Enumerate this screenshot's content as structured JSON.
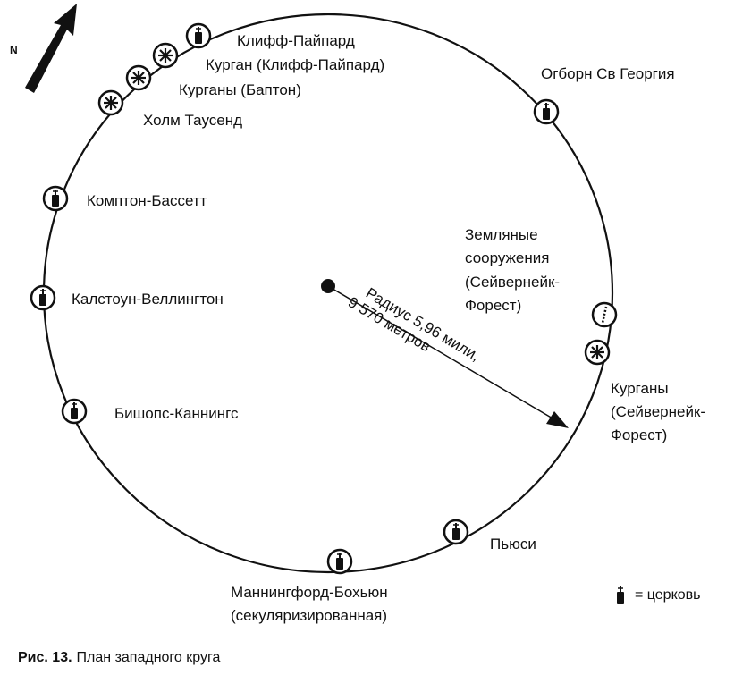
{
  "north_label": "N",
  "sites": {
    "cliff_pypard": "Клифф-Пайпард",
    "barrow_cliff_pypard": "Курган (Клифф-Пайпард)",
    "barrows_bupton": "Курганы (Баптон)",
    "town_hill": "Холм Таусенд",
    "ogbourne": "Огборн Св  Георгия",
    "compton_bassett": "Комптон-Бассетт",
    "calstone": "Калстоун-Веллингтон",
    "bishops_cannings": "Бишопс-Каннингс",
    "earthworks": [
      "Земляные",
      "сооружения",
      "(Сейвернейк-",
      "Форест)"
    ],
    "barrows_savernake": [
      "Курганы",
      "(Сейвернейк-",
      "Форест)"
    ],
    "pewsey": "Пьюси",
    "manningford": [
      "Маннингфорд-Бохьюн",
      "(секуляризированная)"
    ]
  },
  "radius_label": [
    "Радиус 5,96 мили,",
    "9 570 метров"
  ],
  "legend": {
    "church": "= церковь"
  },
  "caption": {
    "number": "Рис. 13.",
    "text": "План западного круга"
  }
}
